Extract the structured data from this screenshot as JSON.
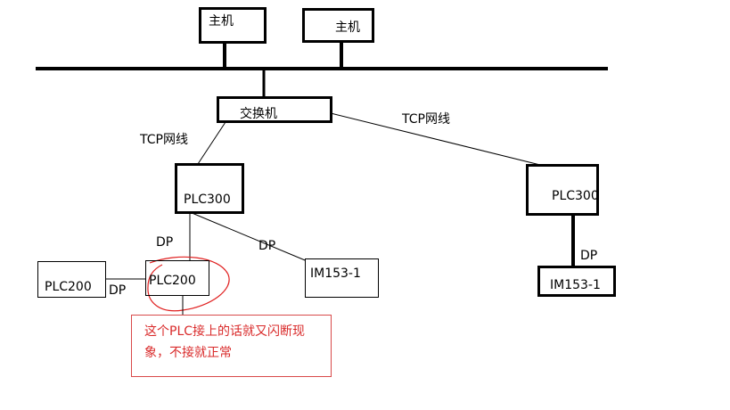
{
  "nodes": {
    "host_1": "主机",
    "host_2": "主机",
    "switch": "交换机",
    "plc300_left": "PLC300",
    "plc300_right": "PLC300",
    "plc200_left": "PLC200",
    "plc200_mid": "PLC200",
    "im153_left": "IM153-1",
    "im153_right": "IM153-1"
  },
  "links": {
    "tcp_left": "TCP网线",
    "tcp_right": "TCP网线",
    "dp_plc200": "DP",
    "dp_vertical": "DP",
    "dp_diagonal": "DP",
    "dp_right": "DP"
  },
  "annotation": {
    "text": "这个PLC接上的话就又闪断现象，不接就正常",
    "color": "#d92a2a"
  }
}
